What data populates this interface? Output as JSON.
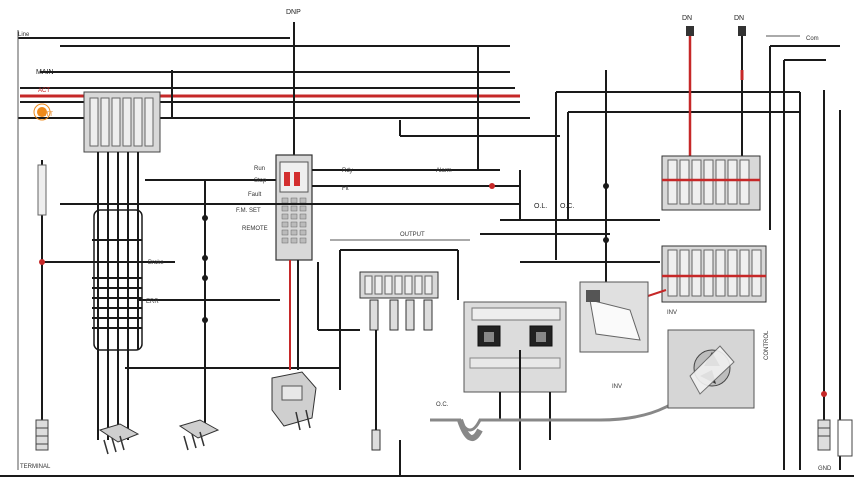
{
  "labels": {
    "top_center": "DNP",
    "top_right_1": "DN",
    "top_right_2": "DN",
    "top_right_3": "Com",
    "top_left": "Line",
    "left_mid": "MAIN",
    "left_orange_1": "ACT",
    "left_orange_2": "BATT",
    "ctrl_1": "Run",
    "ctrl_2": "Stop",
    "ctrl_3": "Fault",
    "ctrl_4": "F.M. SET",
    "ctrl_5": "REMOTE",
    "mid_1": "Rdy",
    "mid_2": "Flt",
    "mid_3": "Alarm",
    "mid_4": "O.C.",
    "mid_5": "O.L.",
    "panel_label": "OUTPUT",
    "left_bus_1": "Brake",
    "left_bus_2": "ERR",
    "bottom_left": "TERMINAL",
    "right_vertical": "CONTROL",
    "right_small": "INV",
    "bottom_ground": "GND"
  },
  "colors": {
    "wire_black": "#1a1a1a",
    "wire_red": "#c62828",
    "wire_gray": "#555555",
    "module_fill": "#d8d8d8",
    "terminal_red": "#d32f2f",
    "orange_accent": "#ef8a1a"
  },
  "icons": {
    "connector": "plug-connector-icon",
    "motor": "motor-icon",
    "fan": "fan-icon",
    "sensor": "sensor-icon"
  }
}
